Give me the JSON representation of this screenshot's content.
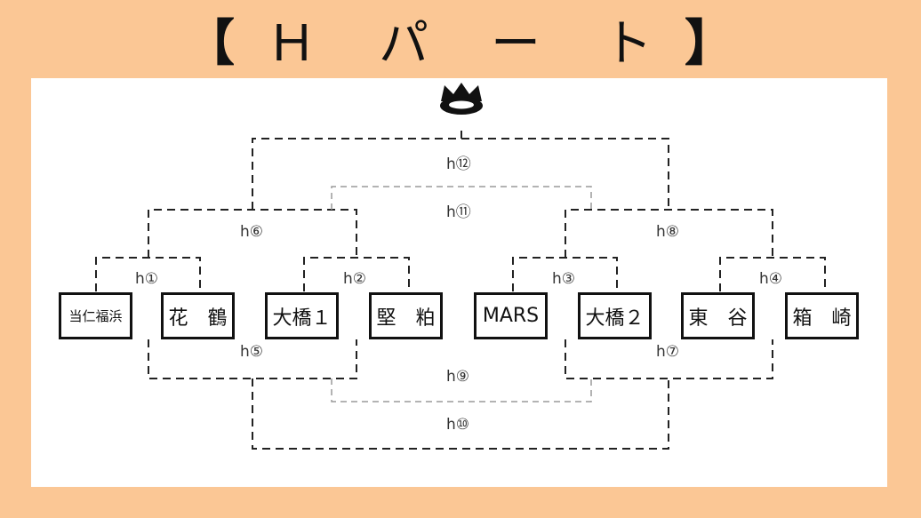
{
  "title": {
    "open": "【",
    "chars": [
      "Ｈ",
      "パ",
      "ー",
      "ト"
    ],
    "close": "】"
  },
  "crown": "crown-icon",
  "teams": [
    "当仁福浜",
    "花　鶴",
    "大橋１",
    "堅　粕",
    "MARS",
    "大橋２",
    "東　谷",
    "箱　崎"
  ],
  "matches": {
    "h1": "h①",
    "h2": "h②",
    "h3": "h③",
    "h4": "h④",
    "h5": "h⑤",
    "h6": "h⑥",
    "h7": "h⑦",
    "h8": "h⑧",
    "h9": "h⑨",
    "h10": "h⑩",
    "h11": "h⑪",
    "h12": "h⑫"
  },
  "colors": {
    "background": "#fbc795",
    "panel": "#ffffff",
    "line": "#222222",
    "line_light": "#9a9a9a"
  }
}
